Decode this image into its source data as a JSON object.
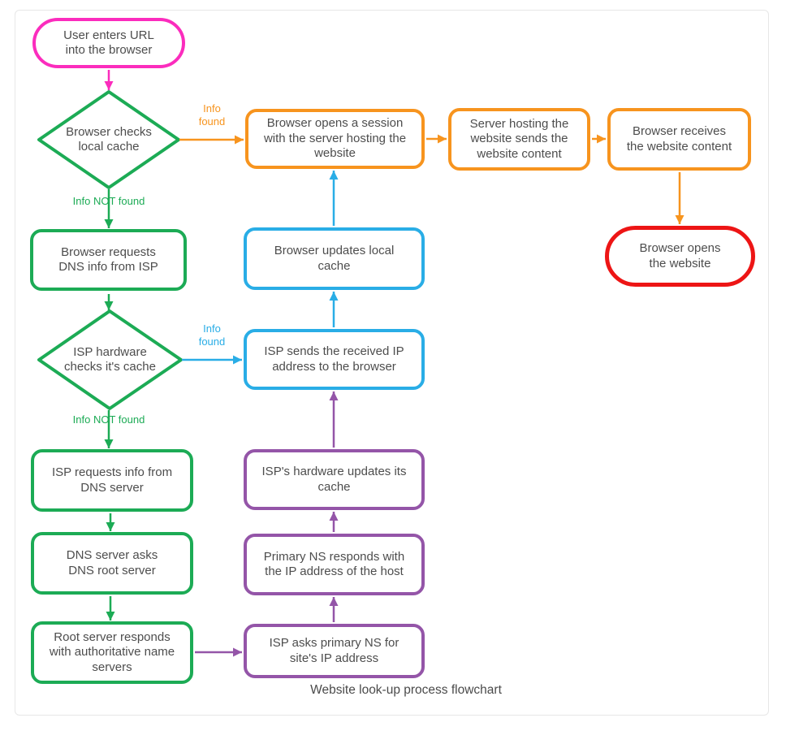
{
  "caption": "Website look-up process flowchart",
  "palette": {
    "pink": "#fb2cbd",
    "green": "#1cab55",
    "orange": "#f7941e",
    "blue": "#29ade6",
    "purple": "#9455a8",
    "red": "#ed1515",
    "text": "#4d4d4d",
    "frame_border": "#e7e7e7"
  },
  "nodes": {
    "start": "User enters URL\ninto the browser",
    "browser_checks_cache": "Browser checks\nlocal cache",
    "open_session": "Browser opens a session\nwith the server hosting the\nwebsite",
    "server_sends_content": "Server hosting the\nwebsite sends the\nwebsite content",
    "browser_receives_content": "Browser receives\nthe website content",
    "browser_opens_website": "Browser opens\nthe website",
    "browser_requests_dns": "Browser requests\nDNS info from ISP",
    "browser_updates_cache": "Browser updates local\ncache",
    "isp_checks_cache": "ISP hardware\nchecks it's cache",
    "isp_sends_ip": "ISP sends the received IP\naddress to the browser",
    "isp_requests_dns": "ISP requests info from\nDNS server",
    "isp_hw_updates_cache": "ISP's hardware updates its\ncache",
    "dns_asks_root": "DNS server asks\nDNS root server",
    "primary_ns_responds": "Primary NS responds with\nthe IP address of the host",
    "root_server_responds": "Root server responds\nwith authoritative name\nservers",
    "isp_asks_primary_ns": "ISP asks primary NS for\nsite's IP address"
  },
  "edge_labels": {
    "info_found_browser": "Info\nfound",
    "info_not_found_browser": "Info NOT found",
    "info_found_isp": "Info\nfound",
    "info_not_found_isp": "Info NOT found"
  }
}
